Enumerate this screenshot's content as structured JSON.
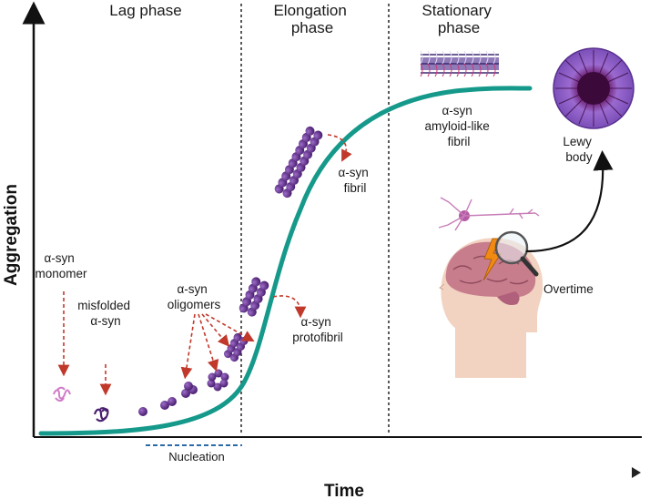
{
  "axes": {
    "y_title": "Aggregation",
    "x_title": "Time"
  },
  "phases": [
    {
      "lines": [
        "Lag phase"
      ]
    },
    {
      "lines": [
        "Elongation",
        "phase"
      ]
    },
    {
      "lines": [
        "Stationary",
        "phase"
      ]
    }
  ],
  "labels": {
    "monomer": [
      "α-syn",
      "monomer"
    ],
    "misfolded": [
      "misfolded",
      "α-syn"
    ],
    "oligomers": [
      "α-syn",
      "oligomers"
    ],
    "protofibril": [
      "α-syn",
      "protofibril"
    ],
    "fibril": [
      "α-syn",
      "fibril"
    ],
    "amyloid_fibril": [
      "α-syn",
      "amyloid-like",
      "fibril"
    ],
    "lewy_body": [
      "Lewy",
      "body"
    ],
    "overtime": "Overtime",
    "nucleation": "Nucleation"
  },
  "colors": {
    "curve": "#15998a",
    "arrow_red": "#c0392b",
    "protein_purple": "#5b2c86",
    "lewy_outer": "#8e5cc4",
    "lewy_core": "#4a0f4a",
    "nucleation_line": "#2b6aa8",
    "bolt": "#f08a12",
    "skin": "#f2d2c0",
    "brain": "#c77d8c"
  },
  "icons": [
    "monomer-icon",
    "misfolded-protein-icon",
    "oligomer-icon",
    "protofibril-icon",
    "fibril-icon",
    "amyloid-fibril-icon",
    "lewy-body-icon",
    "neuron-icon",
    "head-brain-icon",
    "magnifier-icon",
    "lightning-icon"
  ]
}
